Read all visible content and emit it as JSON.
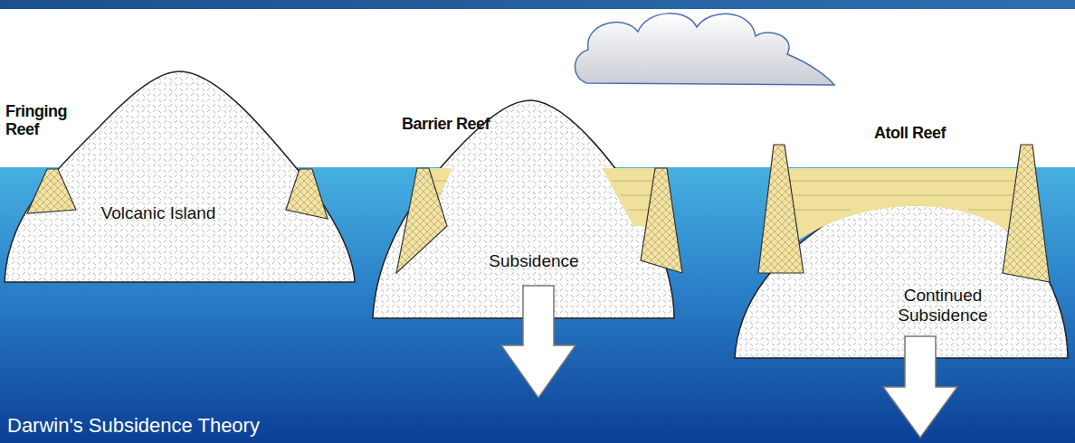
{
  "diagram": {
    "title": "Darwin's Subsidence Theory",
    "nodes": [
      {
        "text": [
          "Volcanic Island"
        ]
      },
      {
        "text": [
          "Subsidence"
        ]
      },
      {
        "text": [
          "Continued Subsidence"
        ]
      }
    ],
    "labels": [
      "Fringing Reef",
      "Barrier Reef",
      "Atoll Reef"
    ]
  }
}
